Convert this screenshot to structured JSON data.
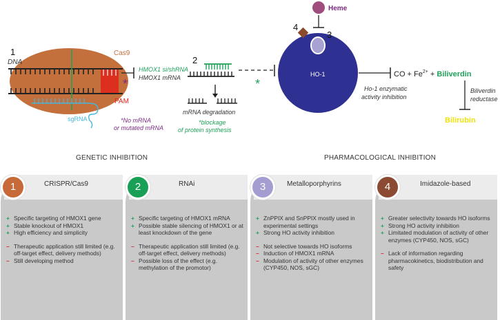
{
  "diagram": {
    "label_1": "1",
    "label_2": "2",
    "label_3": "3",
    "label_4": "4",
    "dna": "DNA",
    "cas9": "Cas9",
    "pam": "PAM",
    "sgrna": "sgRNA",
    "no_mrna_line1": "*No mRNA",
    "no_mrna_line2": "or mutated mRNA",
    "hmox1_shrna": "HMOX1 si/shRNA",
    "hmox1_mrna": "HMOX1 mRNA",
    "mrna_degradation": "mRNA degradation",
    "blockage_line1": "*blockage",
    "blockage_line2": "of protein synthesis",
    "asterisk": "*",
    "heme": "Heme",
    "ho1": "HO-1",
    "product_co": "CO + Fe",
    "product_sup": "2+",
    "product_plus": " + ",
    "product_biliverdin": "Biliverdin",
    "ho1_inhibition_line1": "Ho-1 enzymatic",
    "ho1_inhibition_line2": "activity inhibition",
    "biliverdin_reductase_line1": "Biliverdin",
    "biliverdin_reductase_line2": "reductase",
    "bilirubin": "Bilirubin"
  },
  "sections": {
    "genetic": "GENETIC INHIBITION",
    "pharmacological": "PHARMACOLOGICAL INHIBITION"
  },
  "colors": {
    "cas9": "#c4703d",
    "pam": "#e2231a",
    "sgrna": "#45b6e0",
    "green_text": "#1fa25a",
    "purple_text": "#7b2b83",
    "ho1": "#2e3192",
    "heme": "#9e4d7e",
    "inhibitor": "#8b4a2b",
    "porphyrin": "#a8a2d3",
    "bilirubin": "#ede10f",
    "card1": "#c8693a",
    "card2": "#1a9f57",
    "card3": "#a49dd0",
    "card4": "#8c4a32"
  },
  "cards": [
    {
      "number": "1",
      "title": "CRISPR/Cas9",
      "pros": [
        "Specific targeting of HMOX1 gene",
        "Stable knockout of HMOX1",
        "High efficiency and simplicity"
      ],
      "cons": [
        "Therapeutic application still limited (e.g. off-target effect, delivery methods)",
        "Still developing method"
      ]
    },
    {
      "number": "2",
      "title": "RNAi",
      "pros": [
        "Specific targeting of HMOX1 mRNA",
        "Possible stable silencing of HMOX1 or at least knockdown of the gene"
      ],
      "cons": [
        "Therapeutic application still limited (e.g. off-target effect, delivery methods)",
        "Possible loss of the effect (e.g. methylation of the promotor)"
      ]
    },
    {
      "number": "3",
      "title": "Metalloporphyrins",
      "pros": [
        "ZnPPIX and SnPPIX mostly used in experimental settings",
        "Strong HO activity inhibition"
      ],
      "cons": [
        "Not selective towards HO isoforms",
        "Induction of HMOX1 mRNA",
        "Modulation of activity of other enzymes (CYP450, NOS, sGC)"
      ]
    },
    {
      "number": "4",
      "title": "Imidazole-based",
      "pros": [
        "Greater selectivity towards HO isoforms",
        "Strong HO activity inhibition",
        "Limitated modulation of activity of other enzymes (CYP450, NOS, sGC)"
      ],
      "cons": [
        "Lack of information regarding pharmacokinetics, biodistribution and safety"
      ]
    }
  ]
}
